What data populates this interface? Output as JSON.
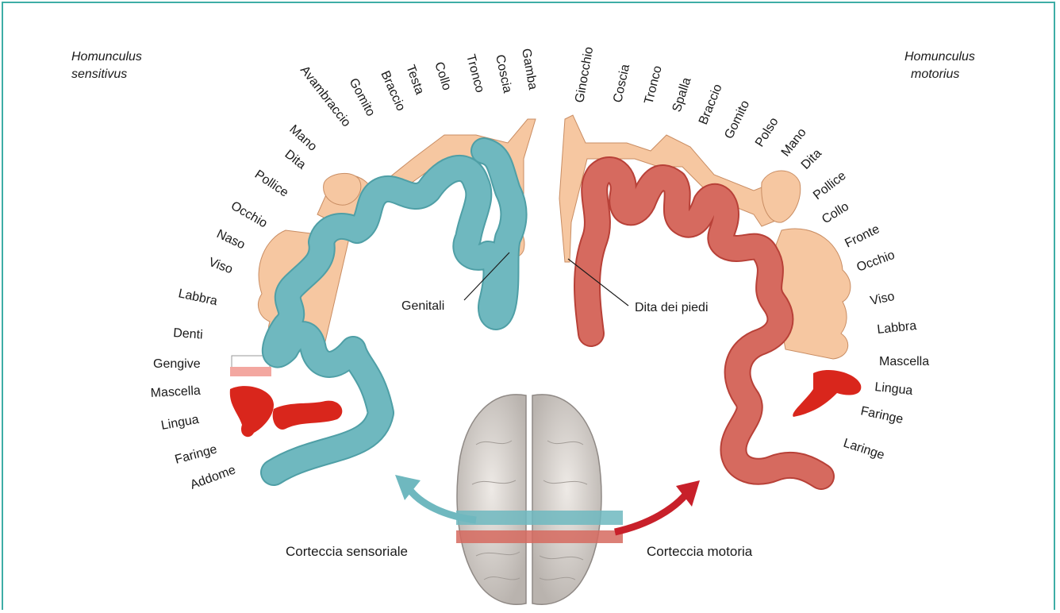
{
  "titles": {
    "sensory": [
      "Homunculus",
      "sensitivus"
    ],
    "motor": [
      "Homunculus",
      "motorius"
    ]
  },
  "sensory_labels": [
    "Gamba",
    "Coscia",
    "Tronco",
    "Collo",
    "Testa",
    "Braccio",
    "Gomito",
    "Avambraccio",
    "Mano",
    "Dita",
    "Pollice",
    "Occhio",
    "Naso",
    "Viso",
    "Labbra",
    "Denti",
    "Gengive",
    "Mascella",
    "Lingua",
    "Faringe",
    "Addome"
  ],
  "motor_labels": [
    "Ginocchio",
    "Coscia",
    "Tronco",
    "Spalla",
    "Braccio",
    "Gomito",
    "Polso",
    "Mano",
    "Dita",
    "Pollice",
    "Collo",
    "Fronte",
    "Occhio",
    "Viso",
    "Labbra",
    "Mascella",
    "Lingua",
    "Faringe",
    "Laringe"
  ],
  "callouts": {
    "genitals": "Genitali",
    "toes": "Dita dei piedi"
  },
  "captions": {
    "sensory": "Corteccia sensoriale",
    "motor": "Corteccia motoria"
  },
  "colors": {
    "frame": "#3eada6",
    "sensory": "#6fb8bf",
    "motor": "#d66a5f",
    "skin": "#f6c7a1",
    "mouth": "#d9261c",
    "arrow_sensory": "#6fb8bf",
    "arrow_motor": "#c8202a"
  }
}
